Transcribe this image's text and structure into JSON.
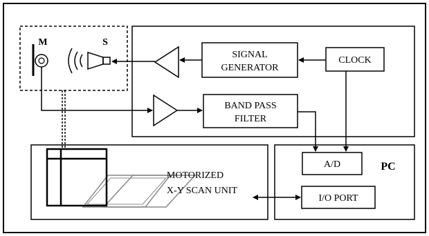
{
  "diagram": {
    "labels": {
      "microphone": "M",
      "speaker": "S",
      "signal_generator_line1": "SIGNAL",
      "signal_generator_line2": "GENERATOR",
      "clock": "CLOCK",
      "band_pass_line1": "BAND PASS",
      "band_pass_line2": "FILTER",
      "ad": "A/D",
      "pc": "PC",
      "io_port": "I/O PORT",
      "scan_line1": "MOTORIZED",
      "scan_line2": "X-Y SCAN UNIT"
    }
  }
}
